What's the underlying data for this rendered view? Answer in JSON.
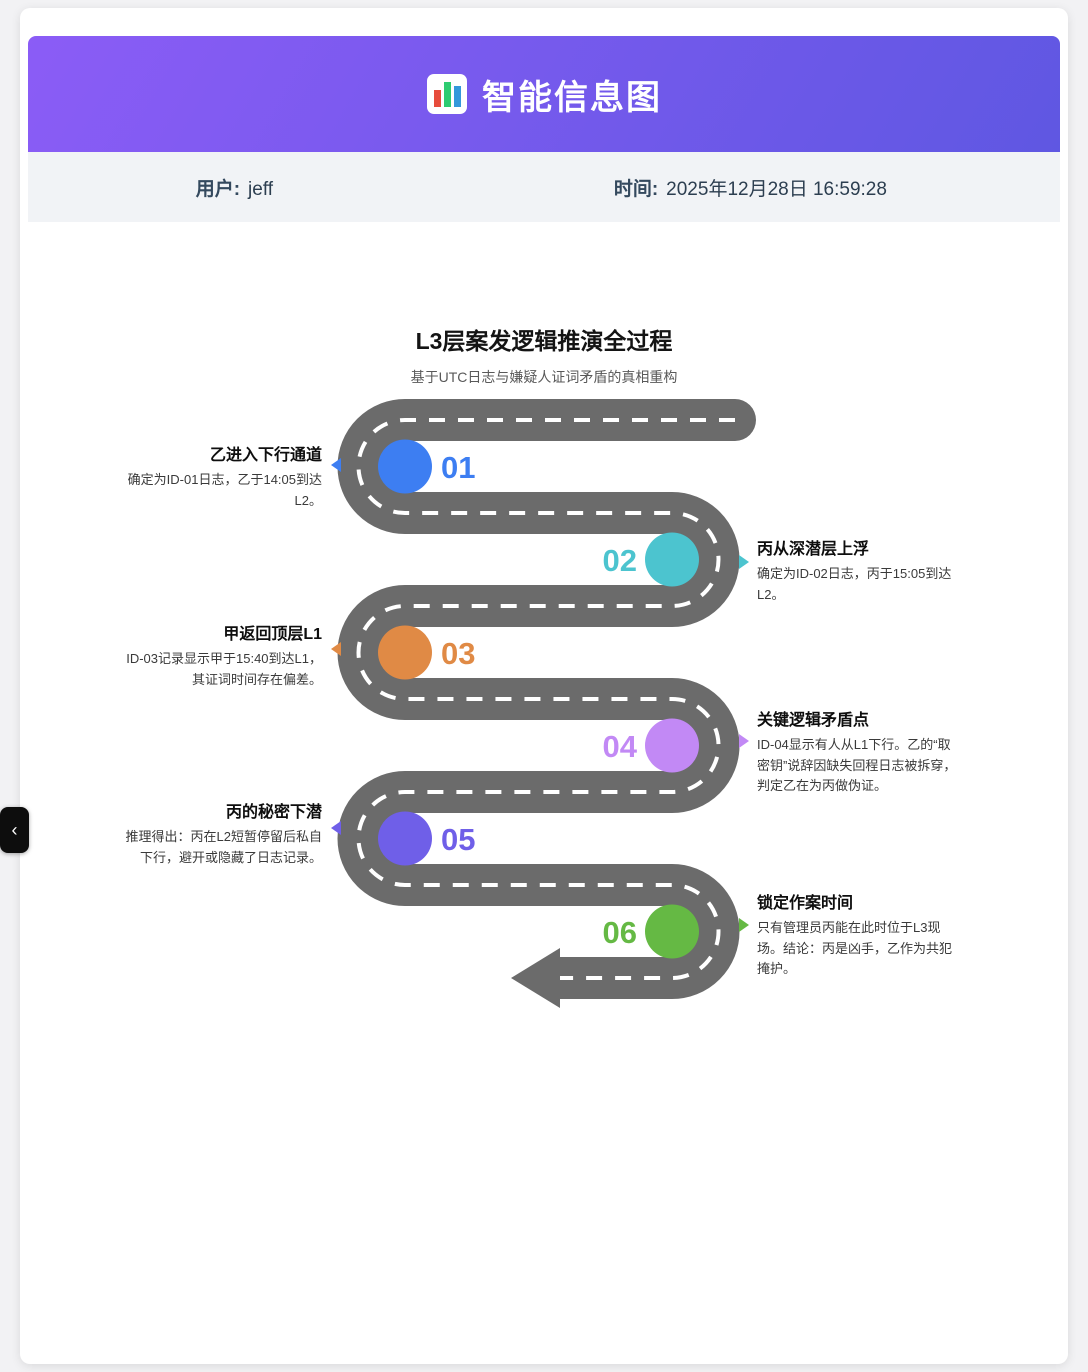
{
  "theme": {
    "header_gradient_start": "#8b5cf6",
    "header_gradient_end": "#5f57e2",
    "road_color": "#6b6b6b",
    "infobar_bg": "#f1f3f6"
  },
  "header": {
    "title": "智能信息图",
    "icon": "bar-chart-icon"
  },
  "meta": {
    "user_label": "用户:",
    "user_value": "jeff",
    "time_label": "时间:",
    "time_value": "2025年12月28日 16:59:28"
  },
  "infographic": {
    "title": "L3层案发逻辑推演全过程",
    "subtitle": "基于UTC日志与嫌疑人证词矛盾的真相重构",
    "steps": [
      {
        "number": "01",
        "side": "left",
        "color": "#3d7ef2",
        "title": "乙进入下行通道",
        "desc": "确定为ID-01日志，乙于14:05到达L2。"
      },
      {
        "number": "02",
        "side": "right",
        "color": "#4cc4cf",
        "title": "丙从深潜层上浮",
        "desc": "确定为ID-02日志，丙于15:05到达L2。"
      },
      {
        "number": "03",
        "side": "left",
        "color": "#e08a45",
        "title": "甲返回顶层L1",
        "desc": "ID-03记录显示甲于15:40到达L1，其证词时间存在偏差。"
      },
      {
        "number": "04",
        "side": "right",
        "color": "#c289f5",
        "title": "关键逻辑矛盾点",
        "desc": "ID-04显示有人从L1下行。乙的“取密钥”说辞因缺失回程日志被拆穿，判定乙在为丙做伪证。"
      },
      {
        "number": "05",
        "side": "left",
        "color": "#6f5fe8",
        "title": "丙的秘密下潜",
        "desc": "推理得出：丙在L2短暂停留后私自下行，避开或隐藏了日志记录。"
      },
      {
        "number": "06",
        "side": "right",
        "color": "#65b944",
        "title": "锁定作案时间",
        "desc": "只有管理员丙能在此时位于L3现场。结论：丙是凶手，乙作为共犯掩护。"
      }
    ]
  },
  "side_tab": {
    "chevron": "‹"
  }
}
